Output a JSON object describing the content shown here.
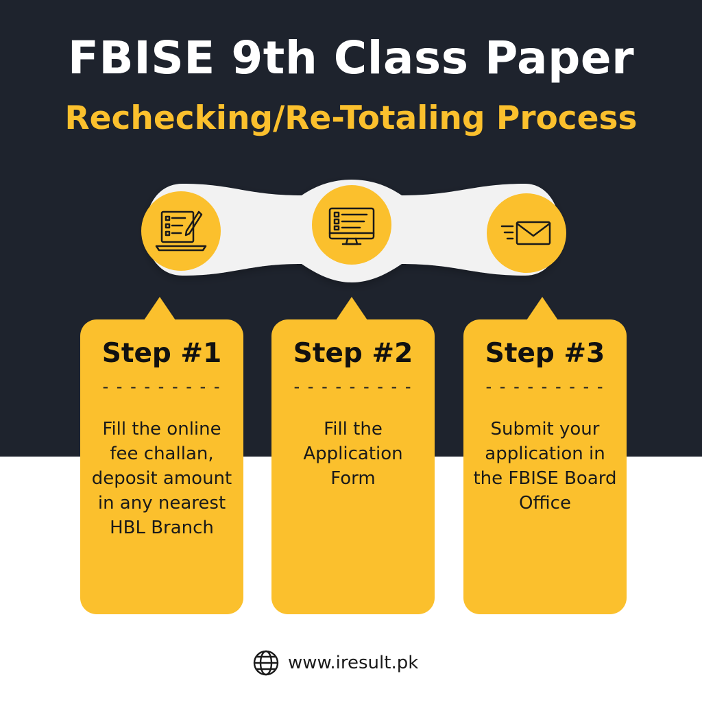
{
  "header": {
    "title": "FBISE 9th Class Paper",
    "subtitle": "Rechecking/Re-Totaling Process"
  },
  "steps": [
    {
      "title": "Step #1",
      "divider": "- - - - - - - - -",
      "description": "Fill the online fee challan, deposit amount in any nearest HBL Branch",
      "icon": "laptop-checklist-icon"
    },
    {
      "title": "Step #2",
      "divider": "- - - - - - - - -",
      "description": "Fill the Application Form",
      "icon": "monitor-form-icon"
    },
    {
      "title": "Step #3",
      "divider": "- - - - - - - - -",
      "description": "Submit your application in the FBISE Board Office",
      "icon": "envelope-send-icon"
    }
  ],
  "footer": {
    "website": "www.iresult.pk",
    "icon": "globe-icon"
  },
  "colors": {
    "dark_background": "#1e232d",
    "accent": "#fbc02d",
    "white": "#ffffff"
  }
}
